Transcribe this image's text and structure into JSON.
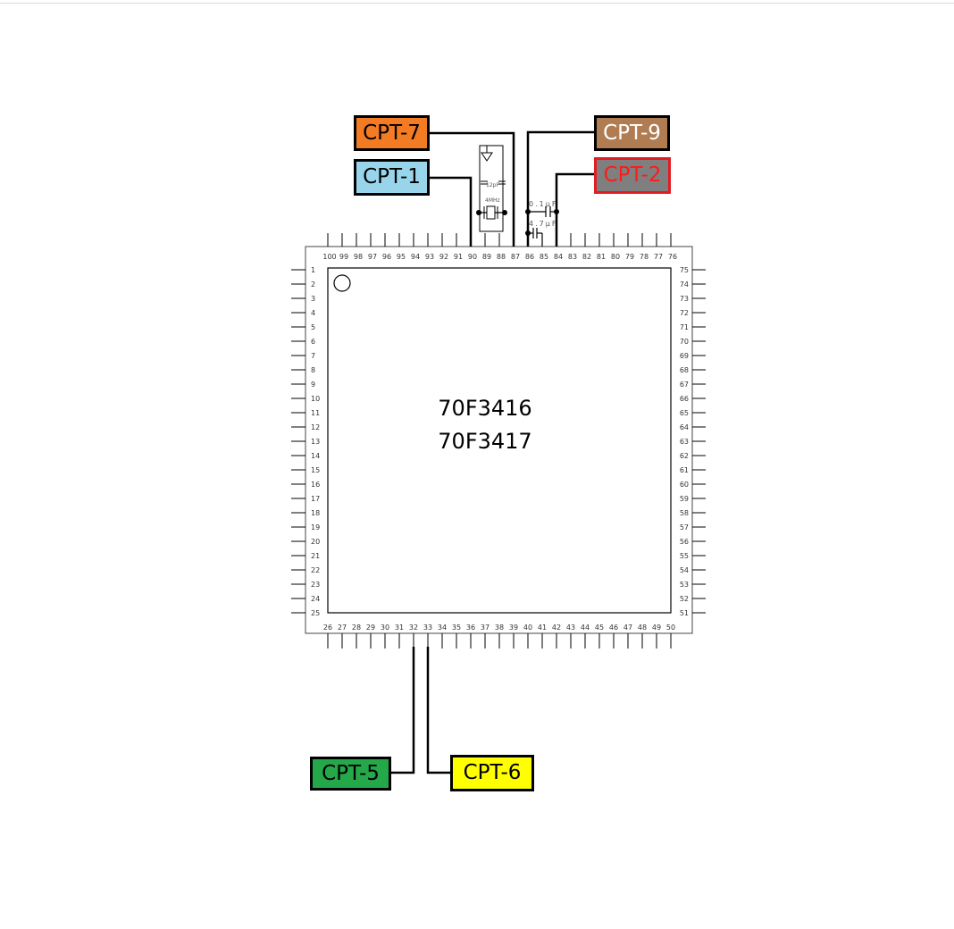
{
  "chip": {
    "part_numbers": [
      "70F3416",
      "70F3417"
    ],
    "pins_top": [
      "100",
      "99",
      "98",
      "97",
      "96",
      "95",
      "94",
      "93",
      "92",
      "91",
      "90",
      "89",
      "88",
      "87",
      "86",
      "85",
      "84",
      "83",
      "82",
      "81",
      "80",
      "79",
      "78",
      "77",
      "76"
    ],
    "pins_left": [
      "1",
      "2",
      "3",
      "4",
      "5",
      "6",
      "7",
      "8",
      "9",
      "10",
      "11",
      "12",
      "13",
      "14",
      "15",
      "16",
      "17",
      "18",
      "19",
      "20",
      "21",
      "22",
      "23",
      "24",
      "25"
    ],
    "pins_right": [
      "75",
      "74",
      "73",
      "72",
      "71",
      "70",
      "69",
      "68",
      "67",
      "66",
      "65",
      "64",
      "63",
      "62",
      "61",
      "60",
      "59",
      "58",
      "57",
      "56",
      "55",
      "54",
      "53",
      "52",
      "51"
    ],
    "pins_bottom": [
      "26",
      "27",
      "28",
      "29",
      "30",
      "31",
      "32",
      "33",
      "34",
      "35",
      "36",
      "37",
      "38",
      "39",
      "40",
      "41",
      "42",
      "43",
      "44",
      "45",
      "46",
      "47",
      "48",
      "49",
      "50"
    ]
  },
  "components": {
    "crystal_label": "4MHz",
    "crystal_cap_label": "12pF",
    "cap1_label": "0.1μF",
    "cap2_label": "4.7μF"
  },
  "test_points": {
    "cpt7": {
      "label": "CPT-7",
      "bg": "#f37b23",
      "fg": "#000000",
      "border": "#000000"
    },
    "cpt1": {
      "label": "CPT-1",
      "bg": "#99d5ea",
      "fg": "#000000",
      "border": "#000000"
    },
    "cpt9": {
      "label": "CPT-9",
      "bg": "#b07c52",
      "fg": "#ffffff",
      "border": "#000000"
    },
    "cpt2": {
      "label": "CPT-2",
      "bg": "#7f7f7f",
      "fg": "#ff1a1a",
      "border": "#e31b23"
    },
    "cpt5": {
      "label": "CPT-5",
      "bg": "#24a84a",
      "fg": "#000000",
      "border": "#000000"
    },
    "cpt6": {
      "label": "CPT-6",
      "bg": "#ffff00",
      "fg": "#000000",
      "border": "#000000"
    }
  }
}
